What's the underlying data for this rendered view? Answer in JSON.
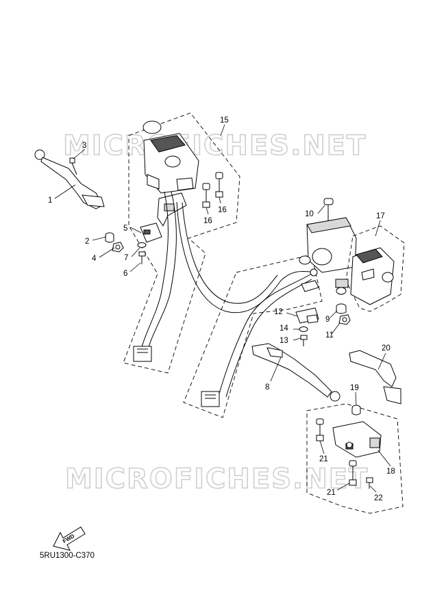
{
  "watermark": "MICROFICHES.NET",
  "reference_code": "5RU1300-C370",
  "fwd_label": "FWD",
  "callouts": {
    "c1": "1",
    "c2": "2",
    "c3": "3",
    "c4": "4",
    "c5": "5",
    "c6": "6",
    "c7": "7",
    "c8": "8",
    "c9": "9",
    "c10": "10",
    "c11": "11",
    "c12": "12",
    "c13": "13",
    "c14": "14",
    "c15": "15",
    "c16a": "16",
    "c16b": "16",
    "c17": "17",
    "c18": "18",
    "c19": "19",
    "c20": "20",
    "c21a": "21",
    "c21b": "21",
    "c22": "22"
  }
}
